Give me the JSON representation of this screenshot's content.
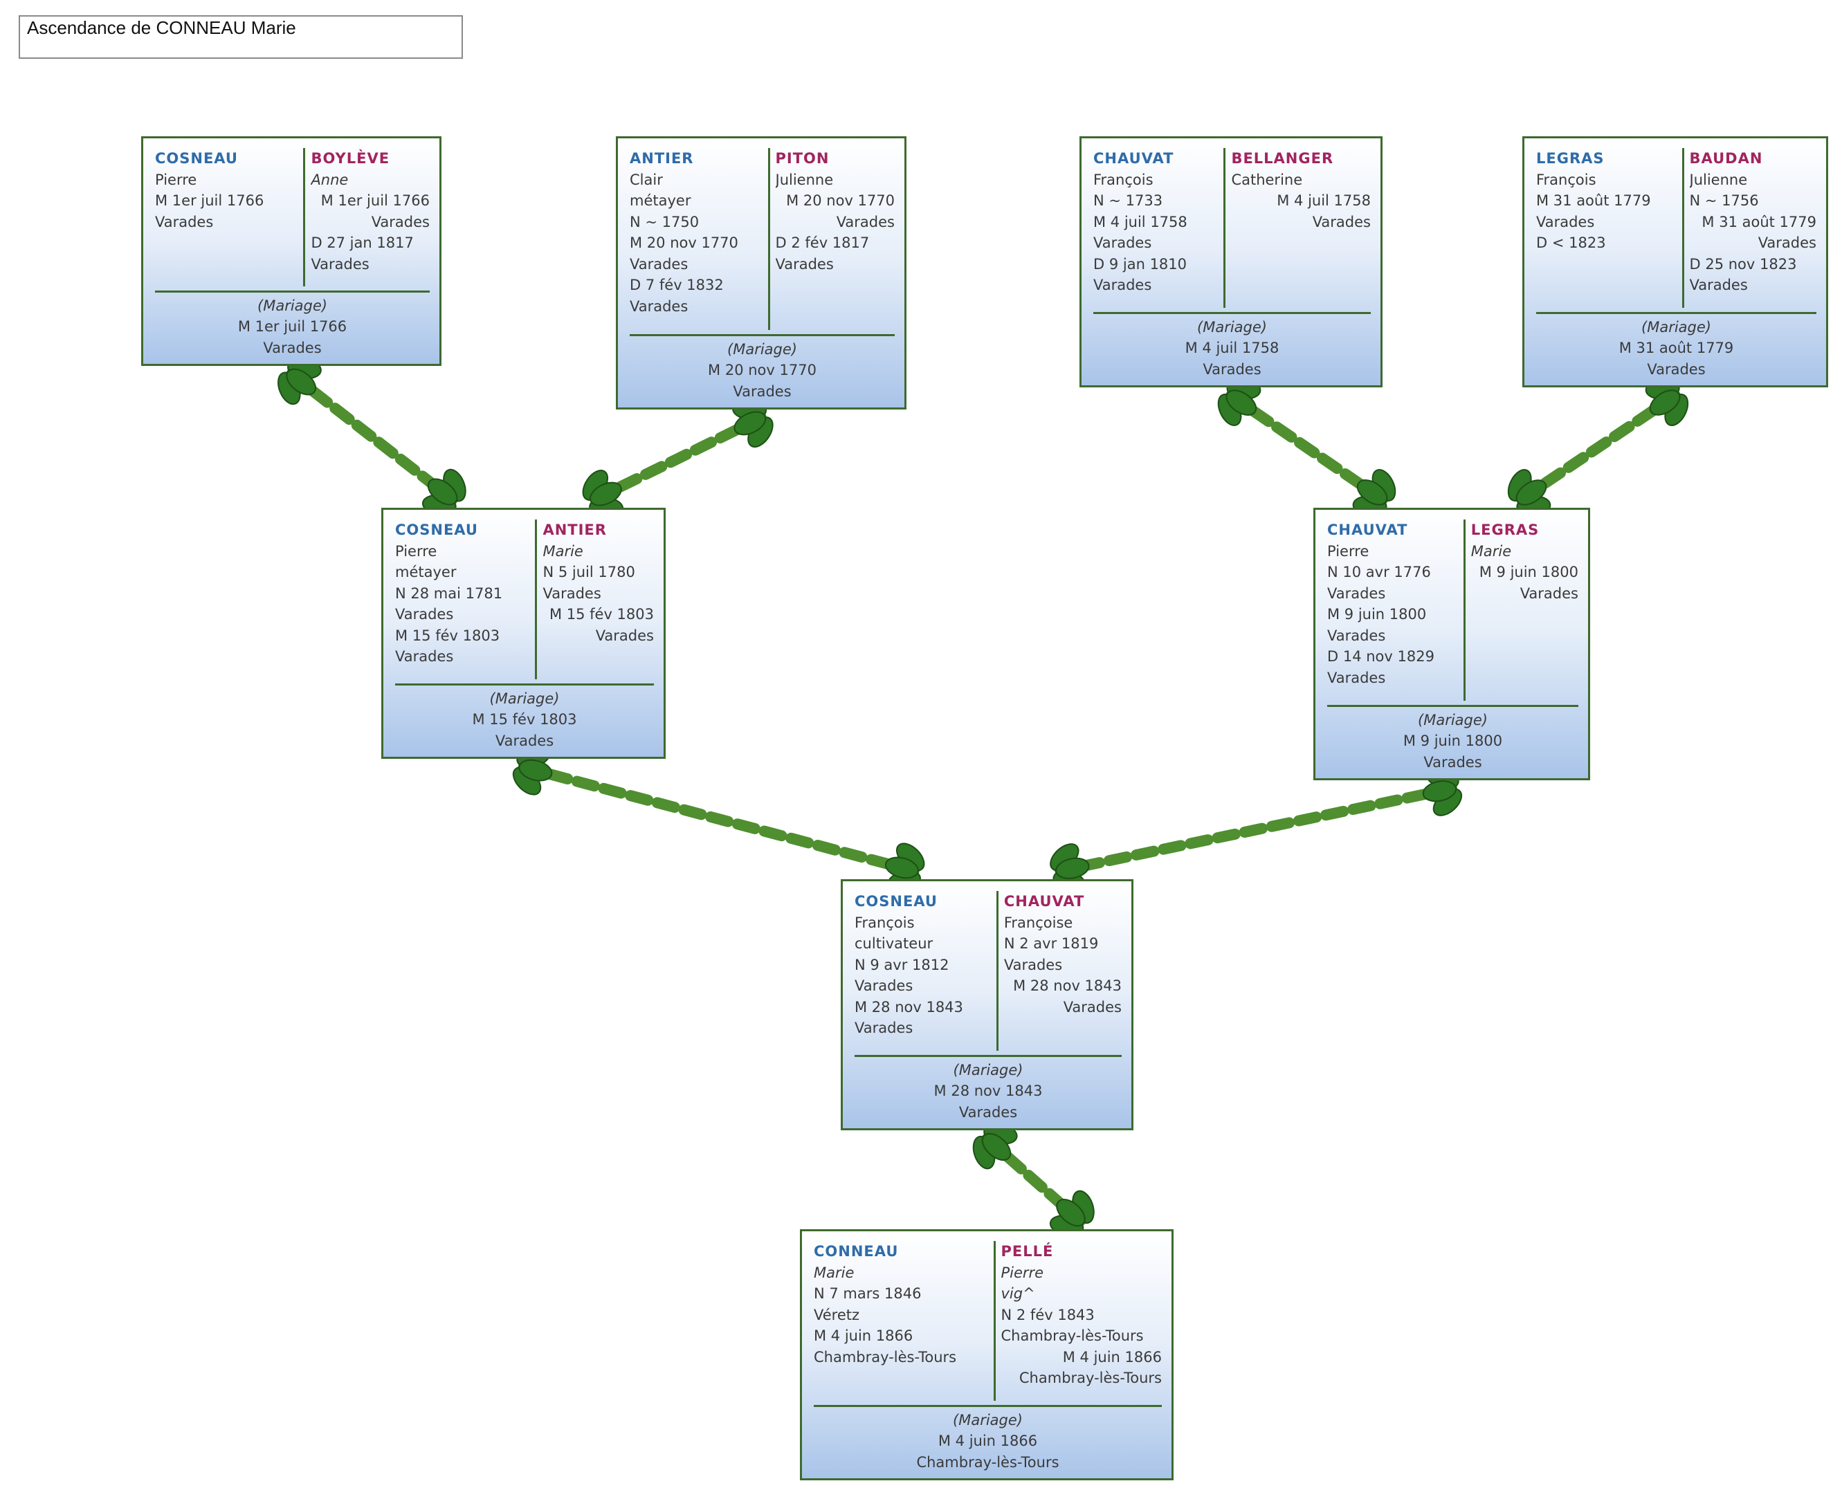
{
  "title": "Ascendance de CONNEAU Marie",
  "colors": {
    "border": "#3e6a2e",
    "husband_name": "#2f6ca9",
    "wife_name": "#a1245f",
    "vine": "#4f8f2f",
    "leaf": "#2f7a24"
  },
  "couples": [
    {
      "id": "g3a",
      "husband": {
        "surname": "COSNEAU",
        "lines": [
          {
            "t": "Pierre"
          },
          {
            "t": "M 1er juil 1766"
          },
          {
            "t": "Varades"
          }
        ]
      },
      "wife": {
        "surname": "BOYLÈVE",
        "lines": [
          {
            "t": "Anne",
            "it": true
          },
          {
            "t": "M 1er juil 1766",
            "r": true
          },
          {
            "t": "Varades",
            "r": true
          },
          {
            "t": "D 27 jan 1817"
          },
          {
            "t": "Varades"
          }
        ]
      },
      "marriage": [
        "(Mariage)",
        "M 1er juil 1766",
        "Varades"
      ]
    },
    {
      "id": "g3b",
      "husband": {
        "surname": "ANTIER",
        "lines": [
          {
            "t": "Clair"
          },
          {
            "t": "métayer"
          },
          {
            "t": "N ~ 1750"
          },
          {
            "t": "M 20 nov 1770"
          },
          {
            "t": "Varades"
          },
          {
            "t": "D 7 fév 1832"
          },
          {
            "t": "Varades"
          }
        ]
      },
      "wife": {
        "surname": "PITON",
        "lines": [
          {
            "t": "Julienne"
          },
          {
            "t": "M 20 nov 1770",
            "r": true
          },
          {
            "t": "Varades",
            "r": true
          },
          {
            "t": "D 2 fév 1817"
          },
          {
            "t": "Varades"
          }
        ]
      },
      "marriage": [
        "(Mariage)",
        "M 20 nov 1770",
        "Varades"
      ]
    },
    {
      "id": "g3c",
      "husband": {
        "surname": "CHAUVAT",
        "lines": [
          {
            "t": "François"
          },
          {
            "t": "N ~ 1733"
          },
          {
            "t": "M 4 juil 1758"
          },
          {
            "t": "Varades"
          },
          {
            "t": "D 9 jan 1810"
          },
          {
            "t": "Varades"
          }
        ]
      },
      "wife": {
        "surname": "BELLANGER",
        "lines": [
          {
            "t": "Catherine"
          },
          {
            "t": "M 4 juil 1758",
            "r": true
          },
          {
            "t": "Varades",
            "r": true
          }
        ]
      },
      "marriage": [
        "(Mariage)",
        "M 4 juil 1758",
        "Varades"
      ]
    },
    {
      "id": "g3d",
      "husband": {
        "surname": "LEGRAS",
        "lines": [
          {
            "t": "François"
          },
          {
            "t": "M 31 août 1779"
          },
          {
            "t": "Varades"
          },
          {
            "t": "D < 1823"
          }
        ]
      },
      "wife": {
        "surname": "BAUDAN",
        "lines": [
          {
            "t": "Julienne"
          },
          {
            "t": "N ~ 1756"
          },
          {
            "t": "M 31 août 1779",
            "r": true
          },
          {
            "t": "Varades",
            "r": true
          },
          {
            "t": "D 25 nov 1823"
          },
          {
            "t": "Varades"
          }
        ]
      },
      "marriage": [
        "(Mariage)",
        "M 31 août 1779",
        "Varades"
      ]
    },
    {
      "id": "g2a",
      "husband": {
        "surname": "COSNEAU",
        "lines": [
          {
            "t": "Pierre"
          },
          {
            "t": "métayer"
          },
          {
            "t": "N 28 mai 1781"
          },
          {
            "t": "Varades"
          },
          {
            "t": "M 15 fév 1803"
          },
          {
            "t": "Varades"
          }
        ]
      },
      "wife": {
        "surname": "ANTIER",
        "lines": [
          {
            "t": "Marie",
            "it": true
          },
          {
            "t": "N 5 juil 1780"
          },
          {
            "t": "Varades"
          },
          {
            "t": "M 15 fév 1803",
            "r": true
          },
          {
            "t": "Varades",
            "r": true
          }
        ]
      },
      "marriage": [
        "(Mariage)",
        "M 15 fév 1803",
        "Varades"
      ]
    },
    {
      "id": "g2b",
      "husband": {
        "surname": "CHAUVAT",
        "lines": [
          {
            "t": "Pierre"
          },
          {
            "t": "N 10 avr 1776"
          },
          {
            "t": "Varades"
          },
          {
            "t": "M 9 juin 1800"
          },
          {
            "t": "Varades"
          },
          {
            "t": "D 14 nov 1829"
          },
          {
            "t": "Varades"
          }
        ]
      },
      "wife": {
        "surname": "LEGRAS",
        "lines": [
          {
            "t": "Marie",
            "it": true
          },
          {
            "t": "M 9 juin 1800",
            "r": true
          },
          {
            "t": "Varades",
            "r": true
          }
        ]
      },
      "marriage": [
        "(Mariage)",
        "M 9 juin 1800",
        "Varades"
      ]
    },
    {
      "id": "g1",
      "husband": {
        "surname": "COSNEAU",
        "lines": [
          {
            "t": "François"
          },
          {
            "t": "cultivateur"
          },
          {
            "t": "N 9 avr 1812"
          },
          {
            "t": "Varades"
          },
          {
            "t": "M 28 nov 1843"
          },
          {
            "t": "Varades"
          }
        ]
      },
      "wife": {
        "surname": "CHAUVAT",
        "lines": [
          {
            "t": "Françoise"
          },
          {
            "t": "N 2 avr 1819"
          },
          {
            "t": "Varades"
          },
          {
            "t": "M 28 nov 1843",
            "r": true
          },
          {
            "t": "Varades",
            "r": true
          }
        ]
      },
      "marriage": [
        "(Mariage)",
        "M 28 nov 1843",
        "Varades"
      ]
    },
    {
      "id": "g0",
      "husband": {
        "surname": "CONNEAU",
        "lines": [
          {
            "t": "Marie",
            "it": true
          },
          {
            "t": "N 7 mars 1846"
          },
          {
            "t": "Véretz"
          },
          {
            "t": "M 4 juin 1866"
          },
          {
            "t": "Chambray-lès-Tours"
          }
        ]
      },
      "wife": {
        "surname": "PELLÉ",
        "lines": [
          {
            "t": "Pierre",
            "it": true
          },
          {
            "t": "vig^",
            "it": true
          },
          {
            "t": "N 2 fév 1843"
          },
          {
            "t": "Chambray-lès-Tours"
          },
          {
            "t": "M 4 juin 1866",
            "r": true
          },
          {
            "t": "Chambray-lès-Tours",
            "r": true
          }
        ]
      },
      "marriage": [
        "(Mariage)",
        "M 4 juin 1866",
        "Chambray-lès-Tours"
      ]
    }
  ],
  "links": [
    {
      "from": "g3a",
      "to": "g2a"
    },
    {
      "from": "g3b",
      "to": "g2a"
    },
    {
      "from": "g3c",
      "to": "g2b"
    },
    {
      "from": "g3d",
      "to": "g2b"
    },
    {
      "from": "g2a",
      "to": "g1"
    },
    {
      "from": "g2b",
      "to": "g1"
    },
    {
      "from": "g1",
      "to": "g0"
    }
  ]
}
